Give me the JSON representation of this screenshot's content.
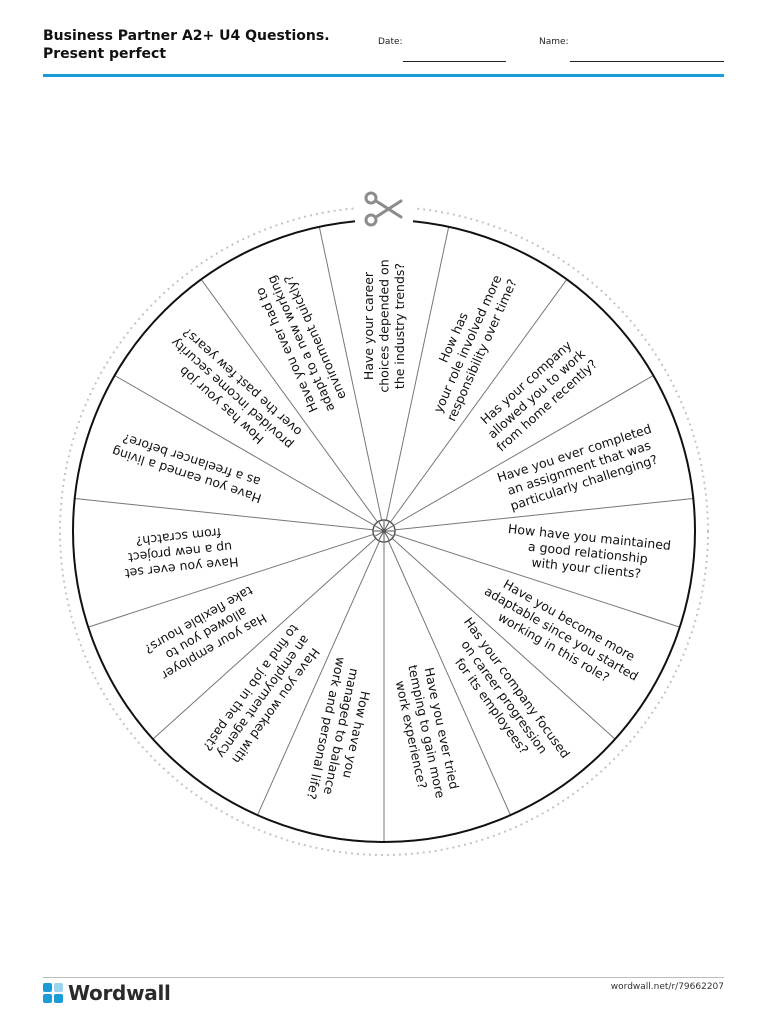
{
  "header": {
    "title_line1": "Business Partner A2+ U4 Questions.",
    "title_line2": "Present perfect",
    "date_label": "Date:",
    "name_label": "Name:",
    "accent_color": "#1b9bd7"
  },
  "wheel": {
    "icon": "scissors-icon",
    "segments": [
      [
        "How has",
        "your role involved more",
        "responsibility over time?"
      ],
      [
        "Has your company",
        "allowed you to work",
        "from home recently?"
      ],
      [
        "Have you ever completed",
        "an assignment that was",
        "particularly challenging?"
      ],
      [
        "How have you maintained",
        "a good relationship",
        "with your clients?"
      ],
      [
        "Have you become more",
        "adaptable since you started",
        "working in this role?"
      ],
      [
        "Has your company focused",
        "on career progression",
        "for its employees?"
      ],
      [
        "Have you ever tried",
        "temping to gain more",
        "work experience?"
      ],
      [
        "How have you",
        "managed to balance",
        "work and personal life?"
      ],
      [
        "Have you worked with",
        "an employment agency",
        "to find a job in the past?"
      ],
      [
        "Has your employer",
        "allowed you to",
        "take flexible hours?"
      ],
      [
        "Have you ever set",
        "up a new project",
        "from scratch?"
      ],
      [
        "Have you earned a living",
        "as a freelancer before?"
      ],
      [
        "How has your job",
        "provided income security",
        "over the past few years?"
      ],
      [
        "Have you ever had to",
        "adapt to a new working",
        "environment quickly?"
      ],
      [
        "Have your career",
        "choices depended on",
        "the industry trends?"
      ]
    ]
  },
  "footer": {
    "brand": "Wordwall",
    "url": "wordwall.net/r/79662207",
    "logo_colors": [
      "#1b9bd7",
      "#9bd3ef",
      "#1b9bd7",
      "#1b9bd7"
    ]
  }
}
